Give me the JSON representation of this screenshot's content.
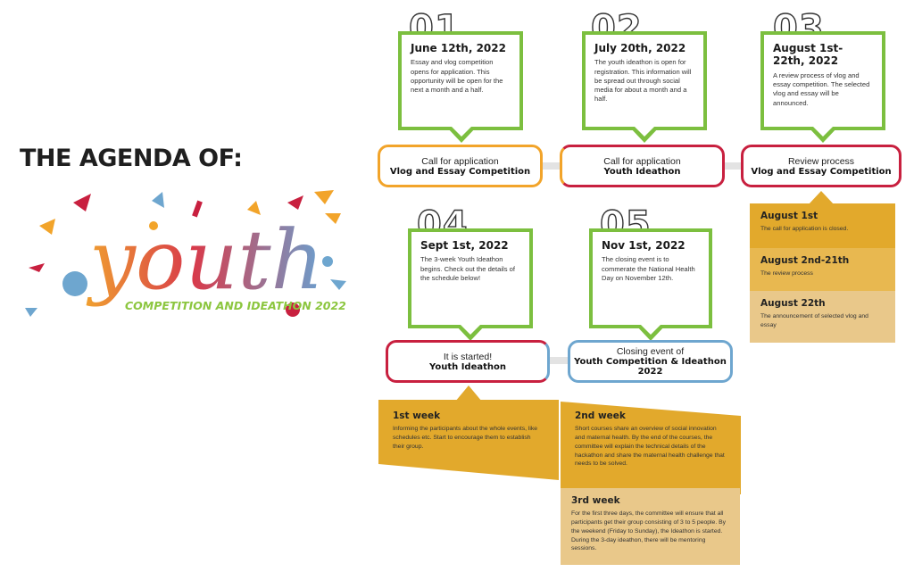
{
  "header": {
    "title": "THE AGENDA OF:"
  },
  "logo": {
    "word": "youth",
    "subtitle": "COMPETITION AND IDEATHON 2022"
  },
  "steps": [
    {
      "num": "01.",
      "date": "June 12th, 2022",
      "desc": "Essay and vlog competition opens for application. This opportunity will be open for the next a month and a half.",
      "pill_top": "Call for application",
      "pill_bottom": "Vlog and Essay Competition",
      "pill_color": "#f2a42a"
    },
    {
      "num": "02.",
      "date": "July 20th, 2022",
      "desc": "The youth ideathon is open for registration. This information will be spread out through social media for about a month and a half.",
      "pill_top": "Call for application",
      "pill_bottom": "Youth Ideathon",
      "pill_color": "#f2a42a"
    },
    {
      "num": "03.",
      "date": "August 1st-22th, 2022",
      "desc": "A review process of vlog and essay competition. The selected vlog and essay will be announced.",
      "pill_top": "Review process",
      "pill_bottom": "Vlog and Essay Competition",
      "pill_color": "#c8203f"
    },
    {
      "num": "04.",
      "date": "Sept 1st, 2022",
      "desc": "The 3-week Youth Ideathon begins. Check out the details of the schedule below!",
      "pill_top": "It is started!",
      "pill_bottom": "Youth Ideathon",
      "pill_color": "#c8203f"
    },
    {
      "num": "05.",
      "date": "Nov 1st, 2022",
      "desc": "The closing event is to commerate the National Health Day on November 12th.",
      "pill_top": "Closing event of",
      "pill_bottom": "Youth Competition & Ideathon 2022",
      "pill_color": "#6ea6cf"
    }
  ],
  "review_details": [
    {
      "title": "August 1st",
      "text": "The call for application is closed."
    },
    {
      "title": "August 2nd-21th",
      "text": "The review process"
    },
    {
      "title": "August 22th",
      "text": "The announcement of selected vlog and essay"
    }
  ],
  "weeks": [
    {
      "title": "1st week",
      "text": "Informing the participants about the whole events, like schedules etc. Start to encourage them to establish their group."
    },
    {
      "title": "2nd week",
      "text": "Short courses share an overview of social innovation and maternal health. By the end of the courses, the committee will explain the technical details of the hackathon and share the maternal health challenge that needs to be solved."
    },
    {
      "title": "3rd week",
      "text": "For the first three days, the committee will ensure that all participants get their group consisting of 3 to 5 people. By the weekend (Friday to Sunday), the Ideathon is started. During the 3-day ideathon, there will be mentoring sessions."
    }
  ],
  "colors": {
    "green": "#7cbf3f",
    "orange": "#f2a42a",
    "red": "#c8203f",
    "blue": "#6ea6cf",
    "gold1": "#e2a92c",
    "gold2": "#e8b850",
    "gold3": "#e9c88a"
  }
}
